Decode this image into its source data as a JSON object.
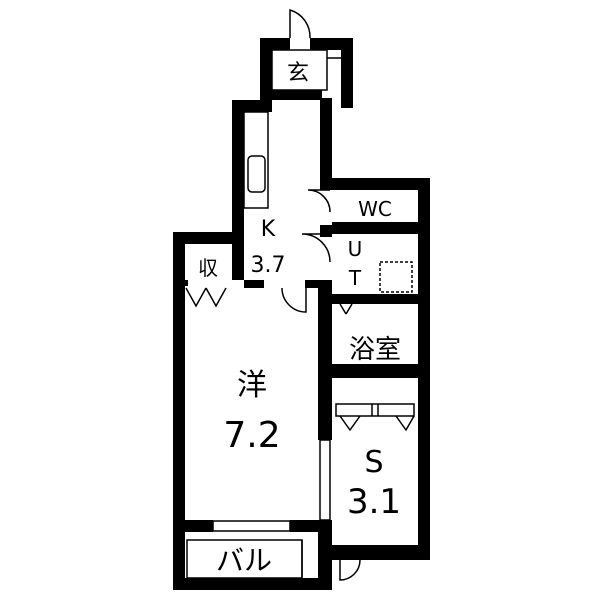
{
  "rooms": {
    "entrance": "玄",
    "kitchen": "K",
    "kitchen_size": "3.7",
    "toilet": "WC",
    "utility_u": "U",
    "utility_t": "T",
    "bathroom": "浴室",
    "storage": "収",
    "western_room": "洋",
    "western_room_size": "7.2",
    "service_room": "S",
    "service_room_size": "3.1",
    "balcony": "バル"
  },
  "colors": {
    "wall": "#000000",
    "background": "#ffffff"
  }
}
